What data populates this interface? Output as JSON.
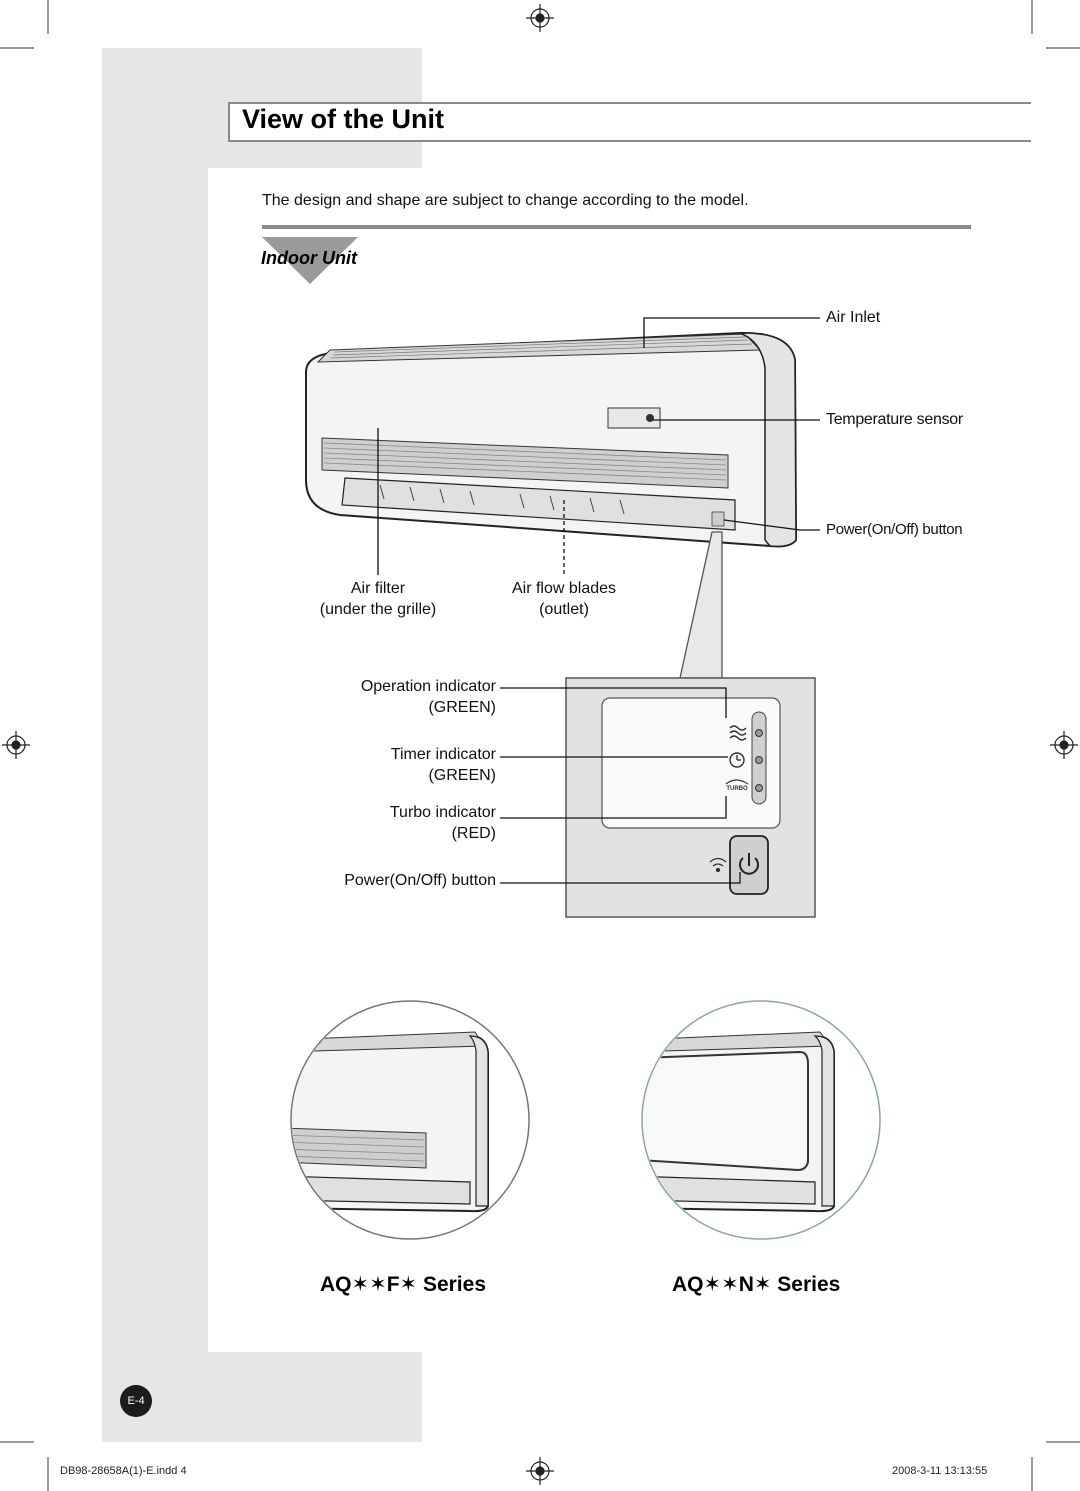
{
  "page": {
    "title": "View of the Unit",
    "subtitle": "The design and shape are subject to change according to the model.",
    "section": "Indoor Unit"
  },
  "callouts": {
    "air_inlet": "Air Inlet",
    "temperature_sensor": "Temperature sensor",
    "power_button_top": "Power(On/Off) button",
    "air_filter_1": "Air filter",
    "air_filter_2": "(under the grille)",
    "air_flow_1": "Air flow blades",
    "air_flow_2": "(outlet)"
  },
  "indicators": {
    "operation": "Operation indicator",
    "operation_color": "(GREEN)",
    "timer": "Timer indicator",
    "timer_color": "(GREEN)",
    "turbo": "Turbo indicator",
    "turbo_color": "(RED)",
    "power": "Power(On/Off) button",
    "turbo_glyph": "TURBO"
  },
  "series": {
    "left": "AQ✶✶F✶ Series",
    "right": "AQ✶✶N✶ Series"
  },
  "footer": {
    "page_number": "E-4",
    "file": "DB98-28658A(1)-E.indd   4",
    "timestamp": "2008-3-11   13:13:55"
  },
  "colors": {
    "band": "#e6e6e6",
    "rule": "#8a8a8a",
    "panel": "#e2e2e2"
  }
}
